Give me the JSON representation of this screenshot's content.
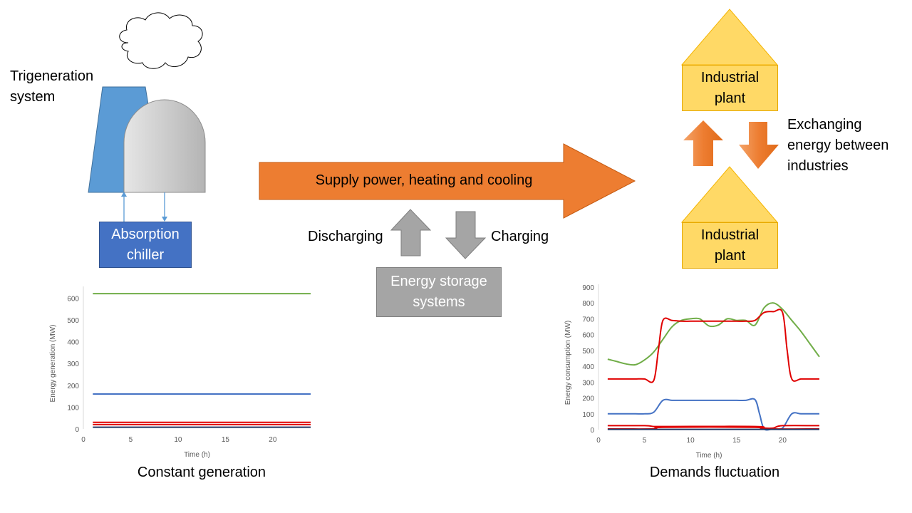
{
  "trigeneration_label": [
    "Trigeneration",
    "system"
  ],
  "absorption_chiller": [
    "Absorption",
    "chiller"
  ],
  "supply_arrow_label": "Supply power, heating and cooling",
  "discharging_label": "Discharging",
  "charging_label": "Charging",
  "storage_label": [
    "Energy storage",
    "systems"
  ],
  "industrial_plant_label": [
    "Industrial",
    "plant"
  ],
  "exchange_label": [
    "Exchanging",
    "energy between",
    "industries"
  ],
  "left_chart_caption": "Constant generation",
  "right_chart_caption": "Demands fluctuation",
  "colors": {
    "turbine_blue": "#5b9bd5",
    "chiller_blue": "#4472c4",
    "supply_orange": "#ed7d31",
    "plant_fill": "#ffd966",
    "storage_gray": "#a5a5a5",
    "series_green": "#70ad47",
    "series_blue": "#4472c4",
    "series_red": "#e00000",
    "series_dark": "#203864"
  },
  "chart_data": [
    {
      "type": "line",
      "xlabel": "Time (h)",
      "ylabel": "Energy generation (MW)",
      "xlim": [
        0,
        24
      ],
      "ylim": [
        0,
        640
      ],
      "xticks": [
        0,
        5,
        10,
        15,
        20
      ],
      "yticks": [
        0,
        100,
        200,
        300,
        400,
        500,
        600
      ],
      "series": [
        {
          "color": "#70ad47",
          "x": [
            1,
            24
          ],
          "values": [
            620,
            620
          ]
        },
        {
          "color": "#4472c4",
          "x": [
            1,
            24
          ],
          "values": [
            160,
            160
          ]
        },
        {
          "color": "#e00000",
          "x": [
            1,
            24
          ],
          "values": [
            30,
            30
          ]
        },
        {
          "color": "#e00000",
          "x": [
            1,
            24
          ],
          "values": [
            20,
            20
          ]
        },
        {
          "color": "#203864",
          "x": [
            1,
            24
          ],
          "values": [
            8,
            8
          ]
        }
      ]
    },
    {
      "type": "line",
      "xlabel": "Time (h)",
      "ylabel": "Energy consumption (MW)",
      "xlim": [
        0,
        24
      ],
      "ylim": [
        0,
        900
      ],
      "xticks": [
        0,
        5,
        10,
        15,
        20
      ],
      "yticks": [
        0,
        100,
        200,
        300,
        400,
        500,
        600,
        700,
        800,
        900
      ],
      "series": [
        {
          "color": "#70ad47",
          "x": [
            1,
            2,
            3,
            4,
            5,
            6,
            7,
            8,
            9,
            10,
            11,
            12,
            13,
            14,
            15,
            16,
            17,
            18,
            19,
            20,
            21,
            22,
            23,
            24
          ],
          "values": [
            445,
            430,
            415,
            410,
            440,
            490,
            570,
            650,
            690,
            700,
            700,
            655,
            660,
            700,
            690,
            690,
            660,
            770,
            800,
            760,
            690,
            620,
            540,
            460
          ]
        },
        {
          "color": "#e00000",
          "x": [
            1,
            2,
            3,
            4,
            5,
            6,
            6.5,
            7,
            8,
            9,
            10,
            11,
            12,
            13,
            14,
            15,
            16,
            17,
            18,
            19,
            20,
            20.5,
            21,
            22,
            23,
            24
          ],
          "values": [
            320,
            320,
            320,
            320,
            320,
            310,
            500,
            690,
            690,
            685,
            685,
            685,
            685,
            685,
            685,
            685,
            685,
            690,
            740,
            745,
            740,
            500,
            320,
            320,
            320,
            320
          ]
        },
        {
          "color": "#4472c4",
          "x": [
            1,
            2,
            3,
            4,
            5,
            6,
            7,
            8,
            9,
            10,
            11,
            12,
            13,
            14,
            15,
            16,
            17,
            17.5,
            18,
            19,
            20,
            21,
            22,
            23,
            24
          ],
          "values": [
            100,
            100,
            100,
            100,
            100,
            110,
            185,
            185,
            185,
            185,
            185,
            185,
            185,
            185,
            185,
            185,
            190,
            100,
            5,
            5,
            10,
            100,
            100,
            100,
            100
          ]
        },
        {
          "color": "#e00000",
          "x": [
            1,
            5,
            6,
            7,
            8,
            17,
            18,
            19,
            20,
            24
          ],
          "values": [
            25,
            25,
            20,
            20,
            20,
            20,
            10,
            10,
            25,
            25
          ]
        },
        {
          "color": "#e00000",
          "x": [
            1,
            6,
            7,
            17,
            18,
            24
          ],
          "values": [
            5,
            5,
            15,
            15,
            5,
            5
          ]
        },
        {
          "color": "#203864",
          "x": [
            1,
            24
          ],
          "values": [
            2,
            2
          ]
        }
      ]
    }
  ]
}
